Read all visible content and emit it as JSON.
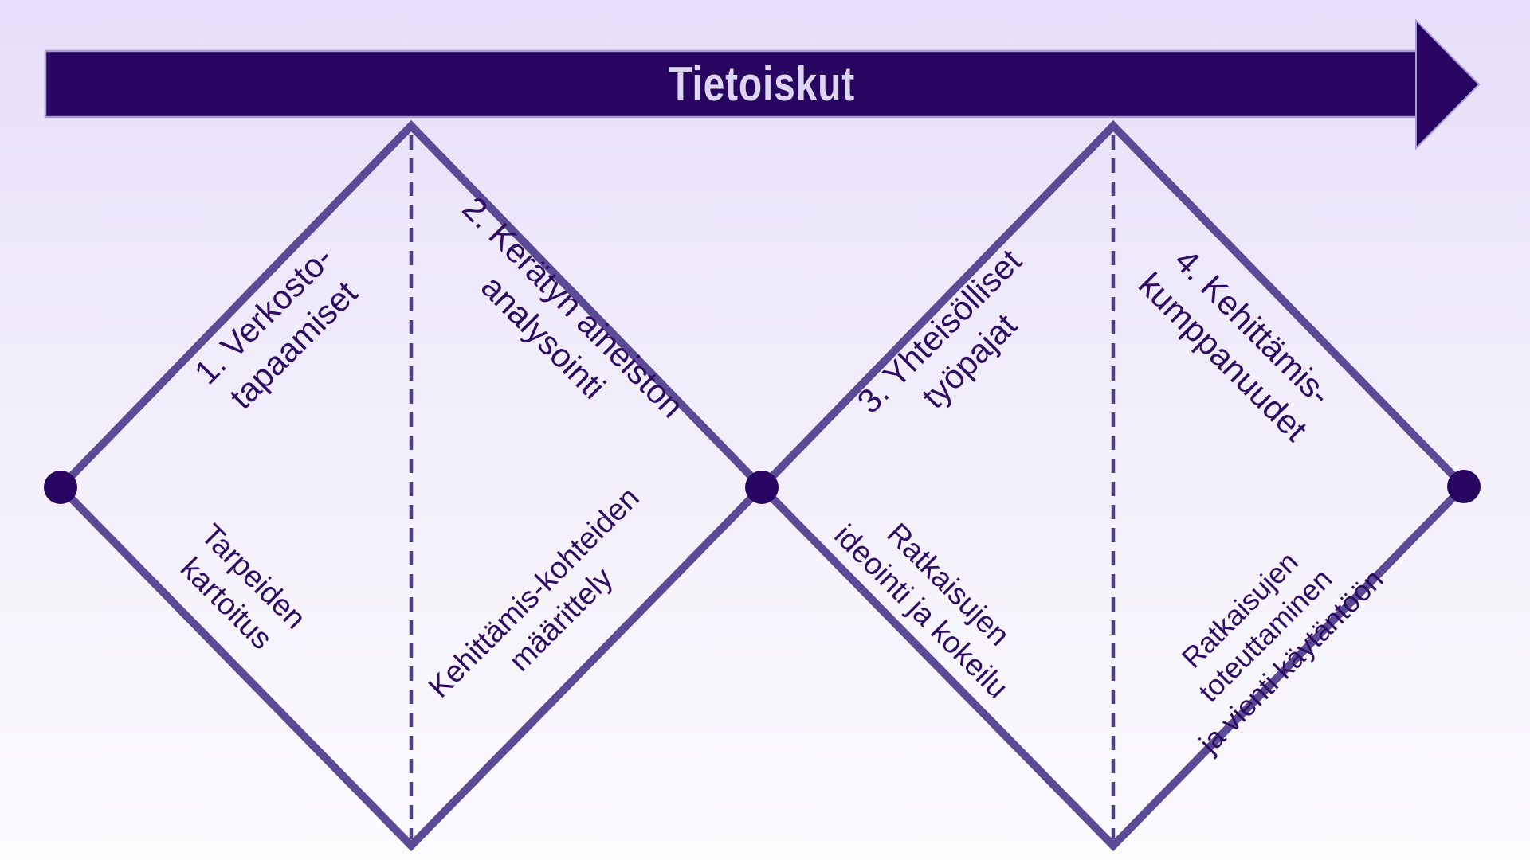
{
  "arrow": {
    "label": "Tietoiskut"
  },
  "phases": [
    {
      "title": "1. Verkosto-\ntapaamiset",
      "detail": "Tarpeiden\nkartoitus"
    },
    {
      "title": "2. Kerätyn aineiston\nanalysointi",
      "detail": "Kehittämis-kohteiden\nmäärittely"
    },
    {
      "title": "3. Yhteisölliset\ntyöpajat",
      "detail": "Ratkaisujen\nideointi ja kokeilu"
    },
    {
      "title": "4. Kehittämis-\nkumppanuudet",
      "detail": "Ratkaisujen toteuttaminen\nja vienti käytäntöön"
    }
  ],
  "colors": {
    "arrow_fill": "#270560",
    "arrow_edge_highlight": "#a69ad2",
    "arrow_label_text": "#ddd5f2",
    "diamond_edge": "#5b4a96",
    "divider_dash": "#4e3e85",
    "node_dot": "#270560",
    "phase_text": "#2e0c63",
    "background_top": "#e6ddf8",
    "background_bottom": "#fbfafd"
  }
}
